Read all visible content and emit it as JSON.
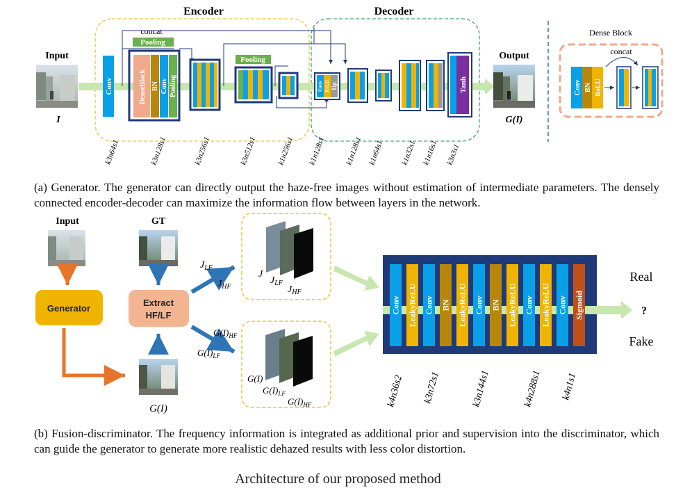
{
  "generator": {
    "encoder_title": "Encoder",
    "decoder_title": "Decoder",
    "input_label": "Input",
    "input_symbol": "I",
    "output_label": "Output",
    "output_symbol": "G(I)",
    "concat_label": "concat",
    "pooling_label": "Pooling",
    "pooling_label_2": "Pooling",
    "conv_label": "Conv",
    "dense_block_inner": "DenseBlock",
    "bn_label": "BN",
    "conv_inner": "Conv",
    "pooling_inner": "Pooling",
    "up_block_labels": [
      "Conv",
      "ReLU",
      "Up"
    ],
    "tanh_label": "Tanh",
    "layer_labels": [
      "k3n64s1",
      "k3n128s1",
      "k3n256s1",
      "k3n512s1",
      "k1n256s1",
      "k1n128s1",
      "k1n128s1",
      "k1n64s1",
      "k1n32s1",
      "k1n16s1",
      "k3n3s1"
    ],
    "dense_block": {
      "title": "Dense Block",
      "concat": "concat",
      "labels": [
        "Conv",
        "BN",
        "ReLU"
      ]
    }
  },
  "caption_a": "(a) Generator. The generator can directly output the haze-free images without estimation of intermediate parameters. The densely connected encoder-decoder can maximize the information flow between layers in the network.",
  "discriminator": {
    "input_label": "Input",
    "gt_label": "GT",
    "generator_label": "Generator",
    "extract_label_1": "Extract",
    "extract_label_2": "HF/LF",
    "gi_label": "G(I)",
    "arrow_labels": [
      "J_LF",
      "J_HF",
      "G(I)_HF",
      "G(I)_LF"
    ],
    "stack_top_labels": [
      "J",
      "J_LF",
      "J_HF"
    ],
    "stack_bottom_labels": [
      "G(I)",
      "G(I)_LF",
      "G(I)_HF"
    ],
    "disc_layers": [
      "Conv",
      "LeakyReLU",
      "Conv",
      "BN",
      "LeakyReLU",
      "Conv",
      "BN",
      "LeakyReLU",
      "Conv",
      "LeakyReLU",
      "Conv",
      "Sigmoid"
    ],
    "real_label": "Real",
    "question_label": "?",
    "fake_label": "Fake",
    "layer_labels": [
      "k4n36s2",
      "k3n72s1",
      "k3n144s1",
      "k4n288s1",
      "k4n1s1"
    ]
  },
  "caption_b": "(b) Fusion-discriminator. The frequency information is integrated as additional prior and supervision into the discriminator, which can guide the generator to generate more realistic dehazed results with less color distortion.",
  "footer": "Architecture of our proposed method",
  "colors": {
    "blue": "#0aa0e8",
    "orange": "#f0b400",
    "olive": "#b8860b",
    "salmon": "#f0a98a",
    "purple": "#7a2fa0",
    "navy": "#1e3a78",
    "green": "#6ab04c",
    "greenArrow": "#c7e6b0",
    "orangeArrow": "#e8742a",
    "blueArrow": "#2e75b6",
    "sigmoid": "#c0501a",
    "encoderBorder": "#f0c040",
    "decoderBorder": "#3aa870"
  }
}
